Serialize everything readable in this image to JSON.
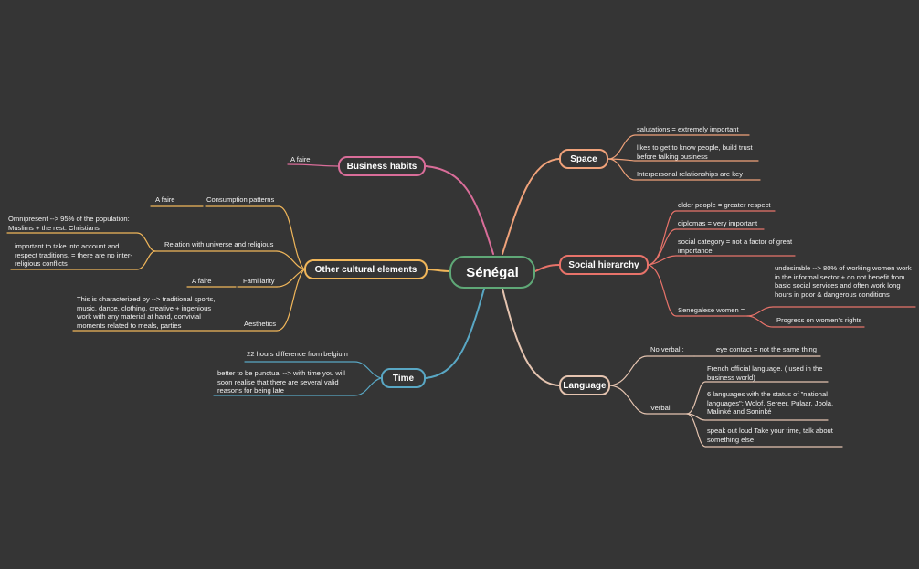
{
  "mindmap": {
    "root": "Sénégal",
    "colors": {
      "root": "#5fa877",
      "space": "#f0a27a",
      "social": "#e8736a",
      "language": "#e5c4b0",
      "time": "#59a7c4",
      "culture": "#f0b65a",
      "business": "#d96d99"
    },
    "branches": {
      "business": {
        "title": "Business habits",
        "items": [
          "A faire"
        ]
      },
      "culture": {
        "title": "Other cultural elements",
        "consumption": {
          "title": "Consumption patterns",
          "items": [
            "A faire"
          ]
        },
        "relation": {
          "title": "Relation with universe and religious",
          "items": [
            "Omnipresent --> 95% of the population: Muslims + the rest: Christians",
            "important to take into account and respect traditions. = there are no inter-religious conflicts"
          ]
        },
        "familiarity": {
          "title": "Familiarity",
          "items": [
            "A faire"
          ]
        },
        "aesthetics": {
          "title": "Aesthetics",
          "items": [
            "This is characterized by --> traditional sports, music, dance, clothing, creative + ingenious work with any material at hand, convivial moments related to meals, parties"
          ]
        }
      },
      "time": {
        "title": "Time",
        "items": [
          "22 hours difference from belgium",
          "better to be punctual --> with time you will soon realise that there are several valid reasons for being late"
        ]
      },
      "space": {
        "title": "Space",
        "items": [
          "salutations = extremely important",
          "likes to get to know people, build trust before talking business",
          "Interpersonal relationships are key"
        ]
      },
      "social": {
        "title": "Social hierarchy",
        "items": [
          "older people = greater respect",
          "diplomas = very important",
          "social category = not a factor of great importance"
        ],
        "women": {
          "title": "Senegalese women =",
          "items": [
            "undesirable --> 80% of working women work in the informal sector + do not benefit from basic social services and often work long hours in poor & dangerous conditions",
            "Progress on women's rights"
          ]
        }
      },
      "language": {
        "title": "Language",
        "nonverbal": {
          "title": "No verbal :",
          "items": [
            "eye contact = not the same thing"
          ]
        },
        "verbal": {
          "title": "Verbal:",
          "items": [
            "French official language. ( used in the business world)",
            "6 languages with the status of \"national languages\": Wolof, Sereer, Pulaar, Joola, Malinké and Soninké",
            "speak out loud Take your time, talk about something else"
          ]
        }
      }
    }
  }
}
